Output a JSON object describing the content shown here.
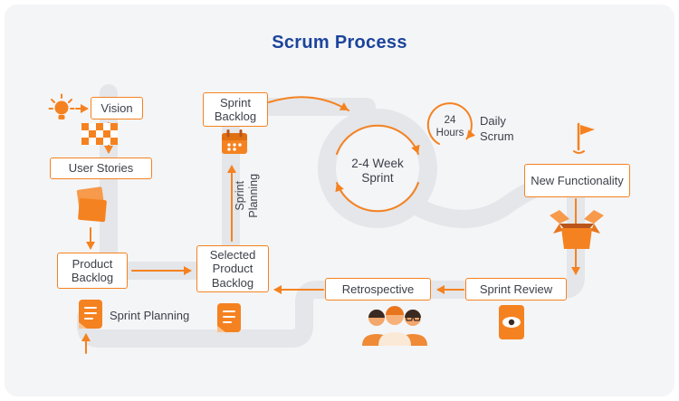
{
  "title": "Scrum Process",
  "colors": {
    "accent_orange": "#f58220",
    "accent_orange_dark": "#e06f12",
    "title_blue": "#1c449c",
    "label_text": "#3c4049",
    "road_gray": "#e4e6e9",
    "panel_background": "#f4f5f7",
    "node_background": "#ffffff"
  },
  "nodes": {
    "vision": "Vision",
    "user_stories": "User Stories",
    "product_backlog": "Product Backlog",
    "sprint_backlog": "Sprint Backlog",
    "sprint_planning_vertical": "Sprint Planning",
    "sprint_planning_docs": "Sprint Planning",
    "selected_product_backlog": "Selected Product Backlog",
    "sprint_cycle": "2-4 Week Sprint",
    "daily_cycle": "24 Hours",
    "daily_scrum": "Daily Scrum",
    "new_functionality": "New Functionality",
    "retrospective": "Retrospective",
    "sprint_review": "Sprint Review"
  },
  "icons": {
    "lightbulb-icon": "idea lightbulb with rays",
    "checkerboard-icon": "orange checkered board",
    "folders-icon": "stacked story cards",
    "calendar-icon": "sprint calendar",
    "document-icon": "planning document with lines",
    "flag-icon": "goal flag on pole",
    "open-box-icon": "open shipping box",
    "team-icon": "three team members",
    "review-eye-icon": "document with eye"
  }
}
